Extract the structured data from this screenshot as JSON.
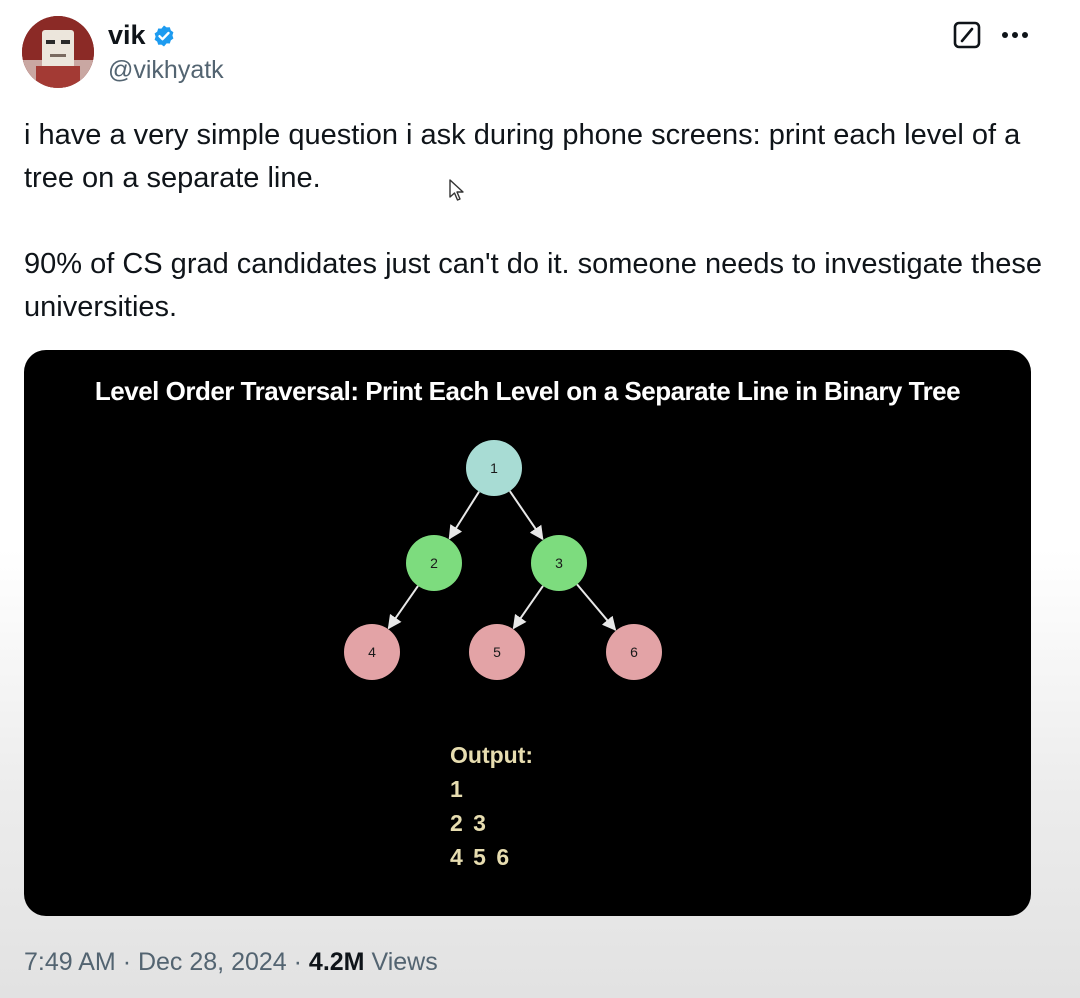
{
  "author": {
    "name": "vik",
    "handle": "@vikhyatk",
    "verified": true,
    "verified_color": "#1d9bf0"
  },
  "icons": {
    "verified": "verified-badge-icon",
    "grok": "grok-icon",
    "more": "more-options-icon",
    "cursor": "mouse-pointer-icon"
  },
  "tweet": {
    "paragraph_1": "i have a very simple question i ask during phone screens: print each level of a tree on a separate line.",
    "paragraph_2": "90% of CS grad candidates just can't do it. someone needs to investigate these universities."
  },
  "media": {
    "title": "Level Order Traversal: Print Each Level on a Separate Line in Binary Tree",
    "tree": {
      "level_colors": [
        "#a8dcd4",
        "#7ddc7e",
        "#e3a3a6"
      ],
      "nodes": [
        {
          "id": "1",
          "label": "1",
          "level": 0,
          "parent": null
        },
        {
          "id": "2",
          "label": "2",
          "level": 1,
          "parent": "1"
        },
        {
          "id": "3",
          "label": "3",
          "level": 1,
          "parent": "1"
        },
        {
          "id": "4",
          "label": "4",
          "level": 2,
          "parent": "2"
        },
        {
          "id": "5",
          "label": "5",
          "level": 2,
          "parent": "3"
        },
        {
          "id": "6",
          "label": "6",
          "level": 2,
          "parent": "3"
        }
      ]
    },
    "output": {
      "label": "Output:",
      "lines": [
        "1",
        "2 3",
        "4 5 6"
      ],
      "color": "#e7ddb0"
    }
  },
  "meta": {
    "time": "7:49 AM",
    "separator": "·",
    "date": "Dec 28, 2024",
    "views_count": "4.2M",
    "views_label": "Views"
  }
}
